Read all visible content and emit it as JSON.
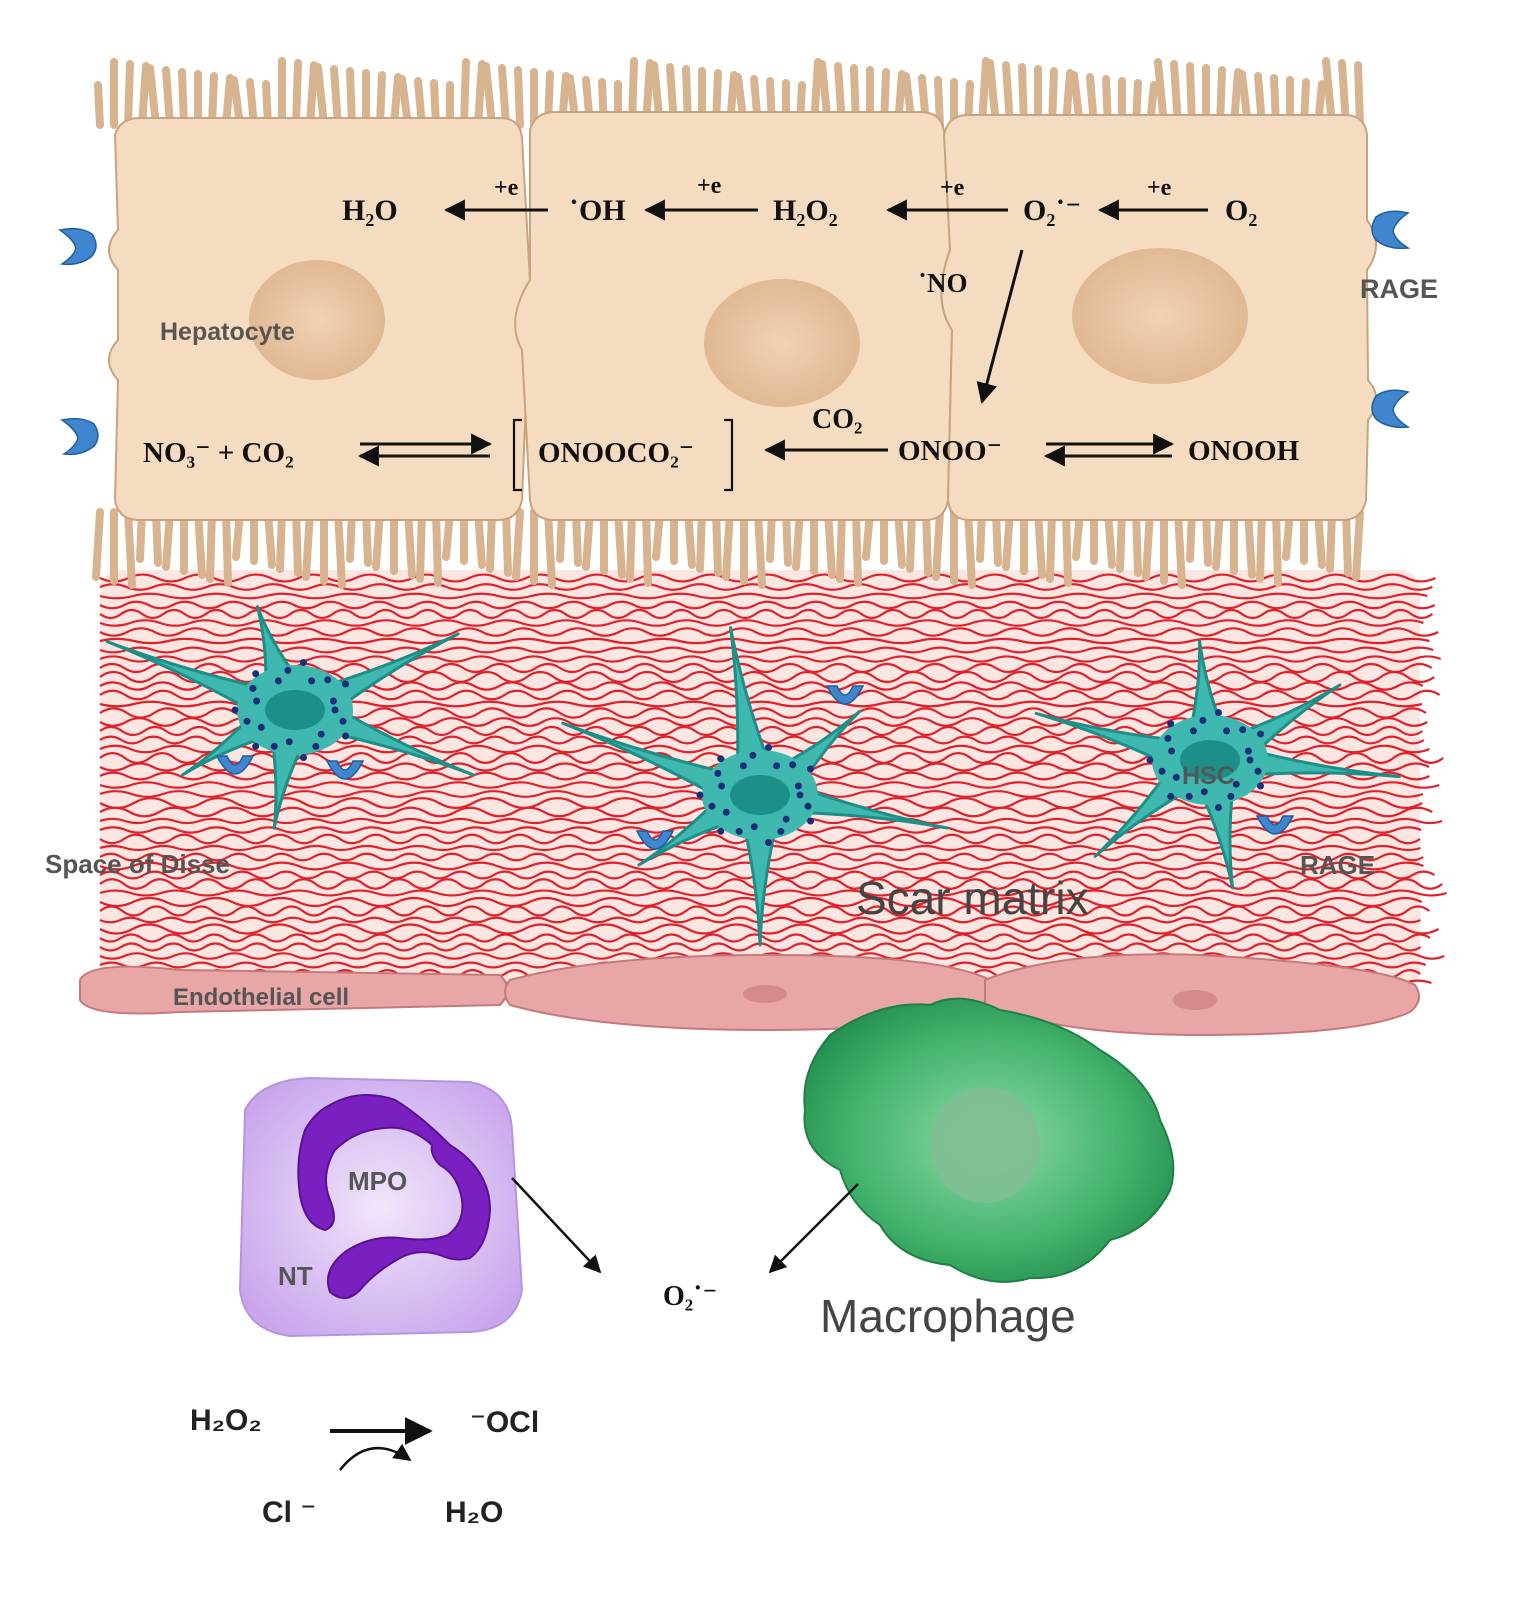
{
  "labels": {
    "hepatocyte": "Hepatocyte",
    "rage_top": "RAGE",
    "rage_bottom": "RAGE",
    "space_of_disse": "Space of Disse",
    "scar_matrix": "Scar matrix",
    "hsc": "HSC",
    "endothelial_cell": "Endothelial cell",
    "mpo": "MPO",
    "nt": "NT",
    "macrophage": "Macrophage"
  },
  "reactions_top": {
    "h2o": "H₂O",
    "oh": "˙OH",
    "h2o2": "H₂O₂",
    "superoxide": "O₂˙⁻",
    "o2": "O₂",
    "plus_e": "+e",
    "no": "˙NO",
    "co2": "CO₂",
    "nitrate_co2": "NO₃⁻  +  CO₂",
    "onoocO2": "ONOOCO₂⁻",
    "onoo": "ONOO⁻",
    "onooh": "ONOOH"
  },
  "reactions_bottom": {
    "superoxide": "O₂˙⁻",
    "h2o2": "H₂O₂",
    "ocl": "⁻OCl",
    "cl": "Cl ⁻",
    "h2o": "H₂O"
  },
  "colors": {
    "hepatocyte_fill": "#f5dcc0",
    "hepatocyte_stroke": "#c9a27e",
    "nucleus_fill": "#e8c3a0",
    "fiber_red": "#e0202a",
    "matrix_bg": "#fbe3e0",
    "hsc_fill": "#3fb8b0",
    "hsc_dark": "#1c8f88",
    "rage_blue": "#3f86cf",
    "endothelial": "#e8a6a6",
    "neutrophil_bg": "#d9c2f0",
    "neutrophil_nucleus": "#7a1fc0",
    "macrophage": "#3fae68"
  },
  "icons": [
    "rage-receptor-icon",
    "hepatocyte-cell-icon",
    "hsc-cell-icon",
    "neutrophil-cell-icon",
    "macrophage-cell-icon",
    "endothelial-cell-icon"
  ]
}
